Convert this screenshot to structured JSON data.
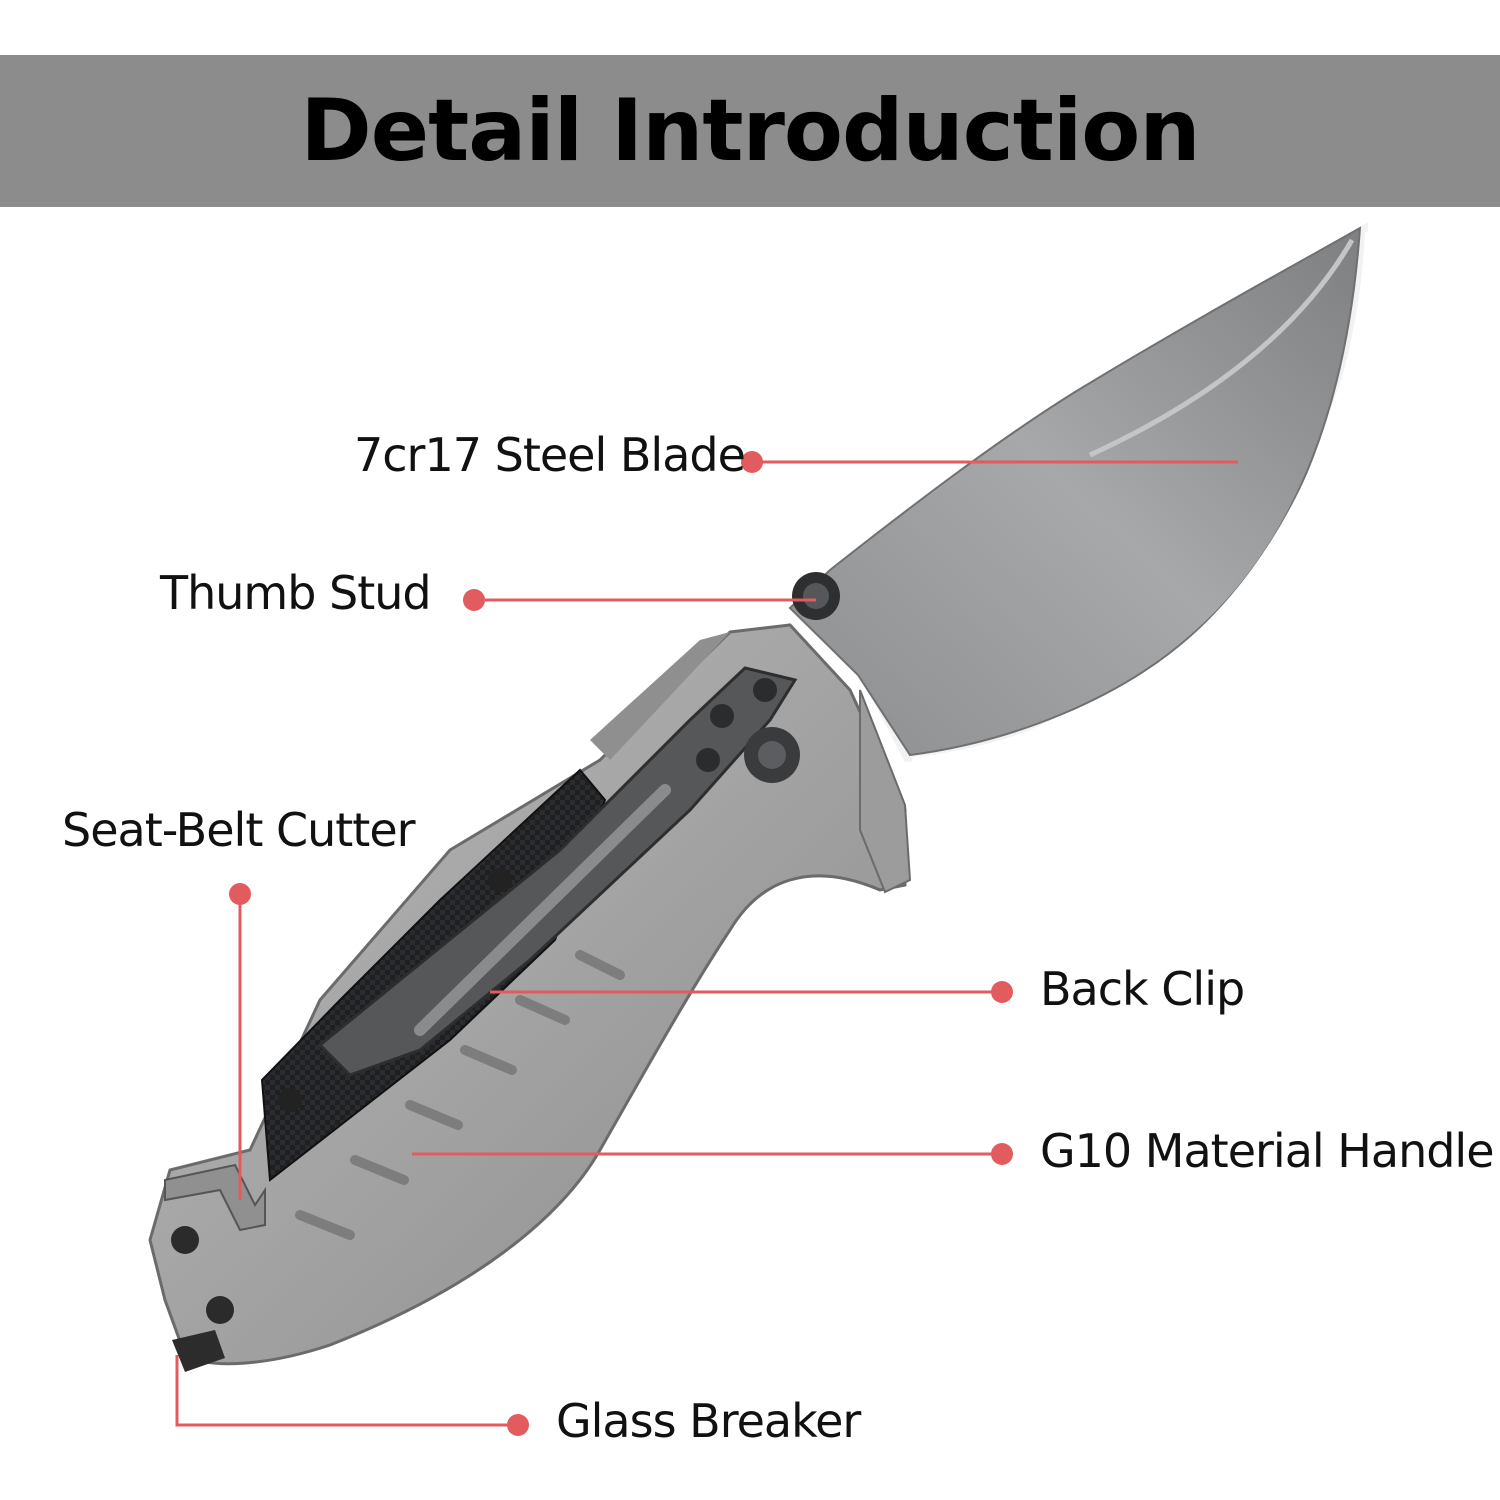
{
  "header": {
    "title": "Detail Introduction",
    "band_color": "#8c8c8c"
  },
  "accent_color": "#e25b5f",
  "callouts": {
    "blade": {
      "label": "7cr17 Steel Blade"
    },
    "thumb_stud": {
      "label": "Thumb Stud"
    },
    "seat_belt_cutter": {
      "label": "Seat-Belt Cutter"
    },
    "back_clip": {
      "label": "Back Clip"
    },
    "handle": {
      "label": "G10 Material Handle"
    },
    "glass_breaker": {
      "label": "Glass Breaker"
    }
  }
}
